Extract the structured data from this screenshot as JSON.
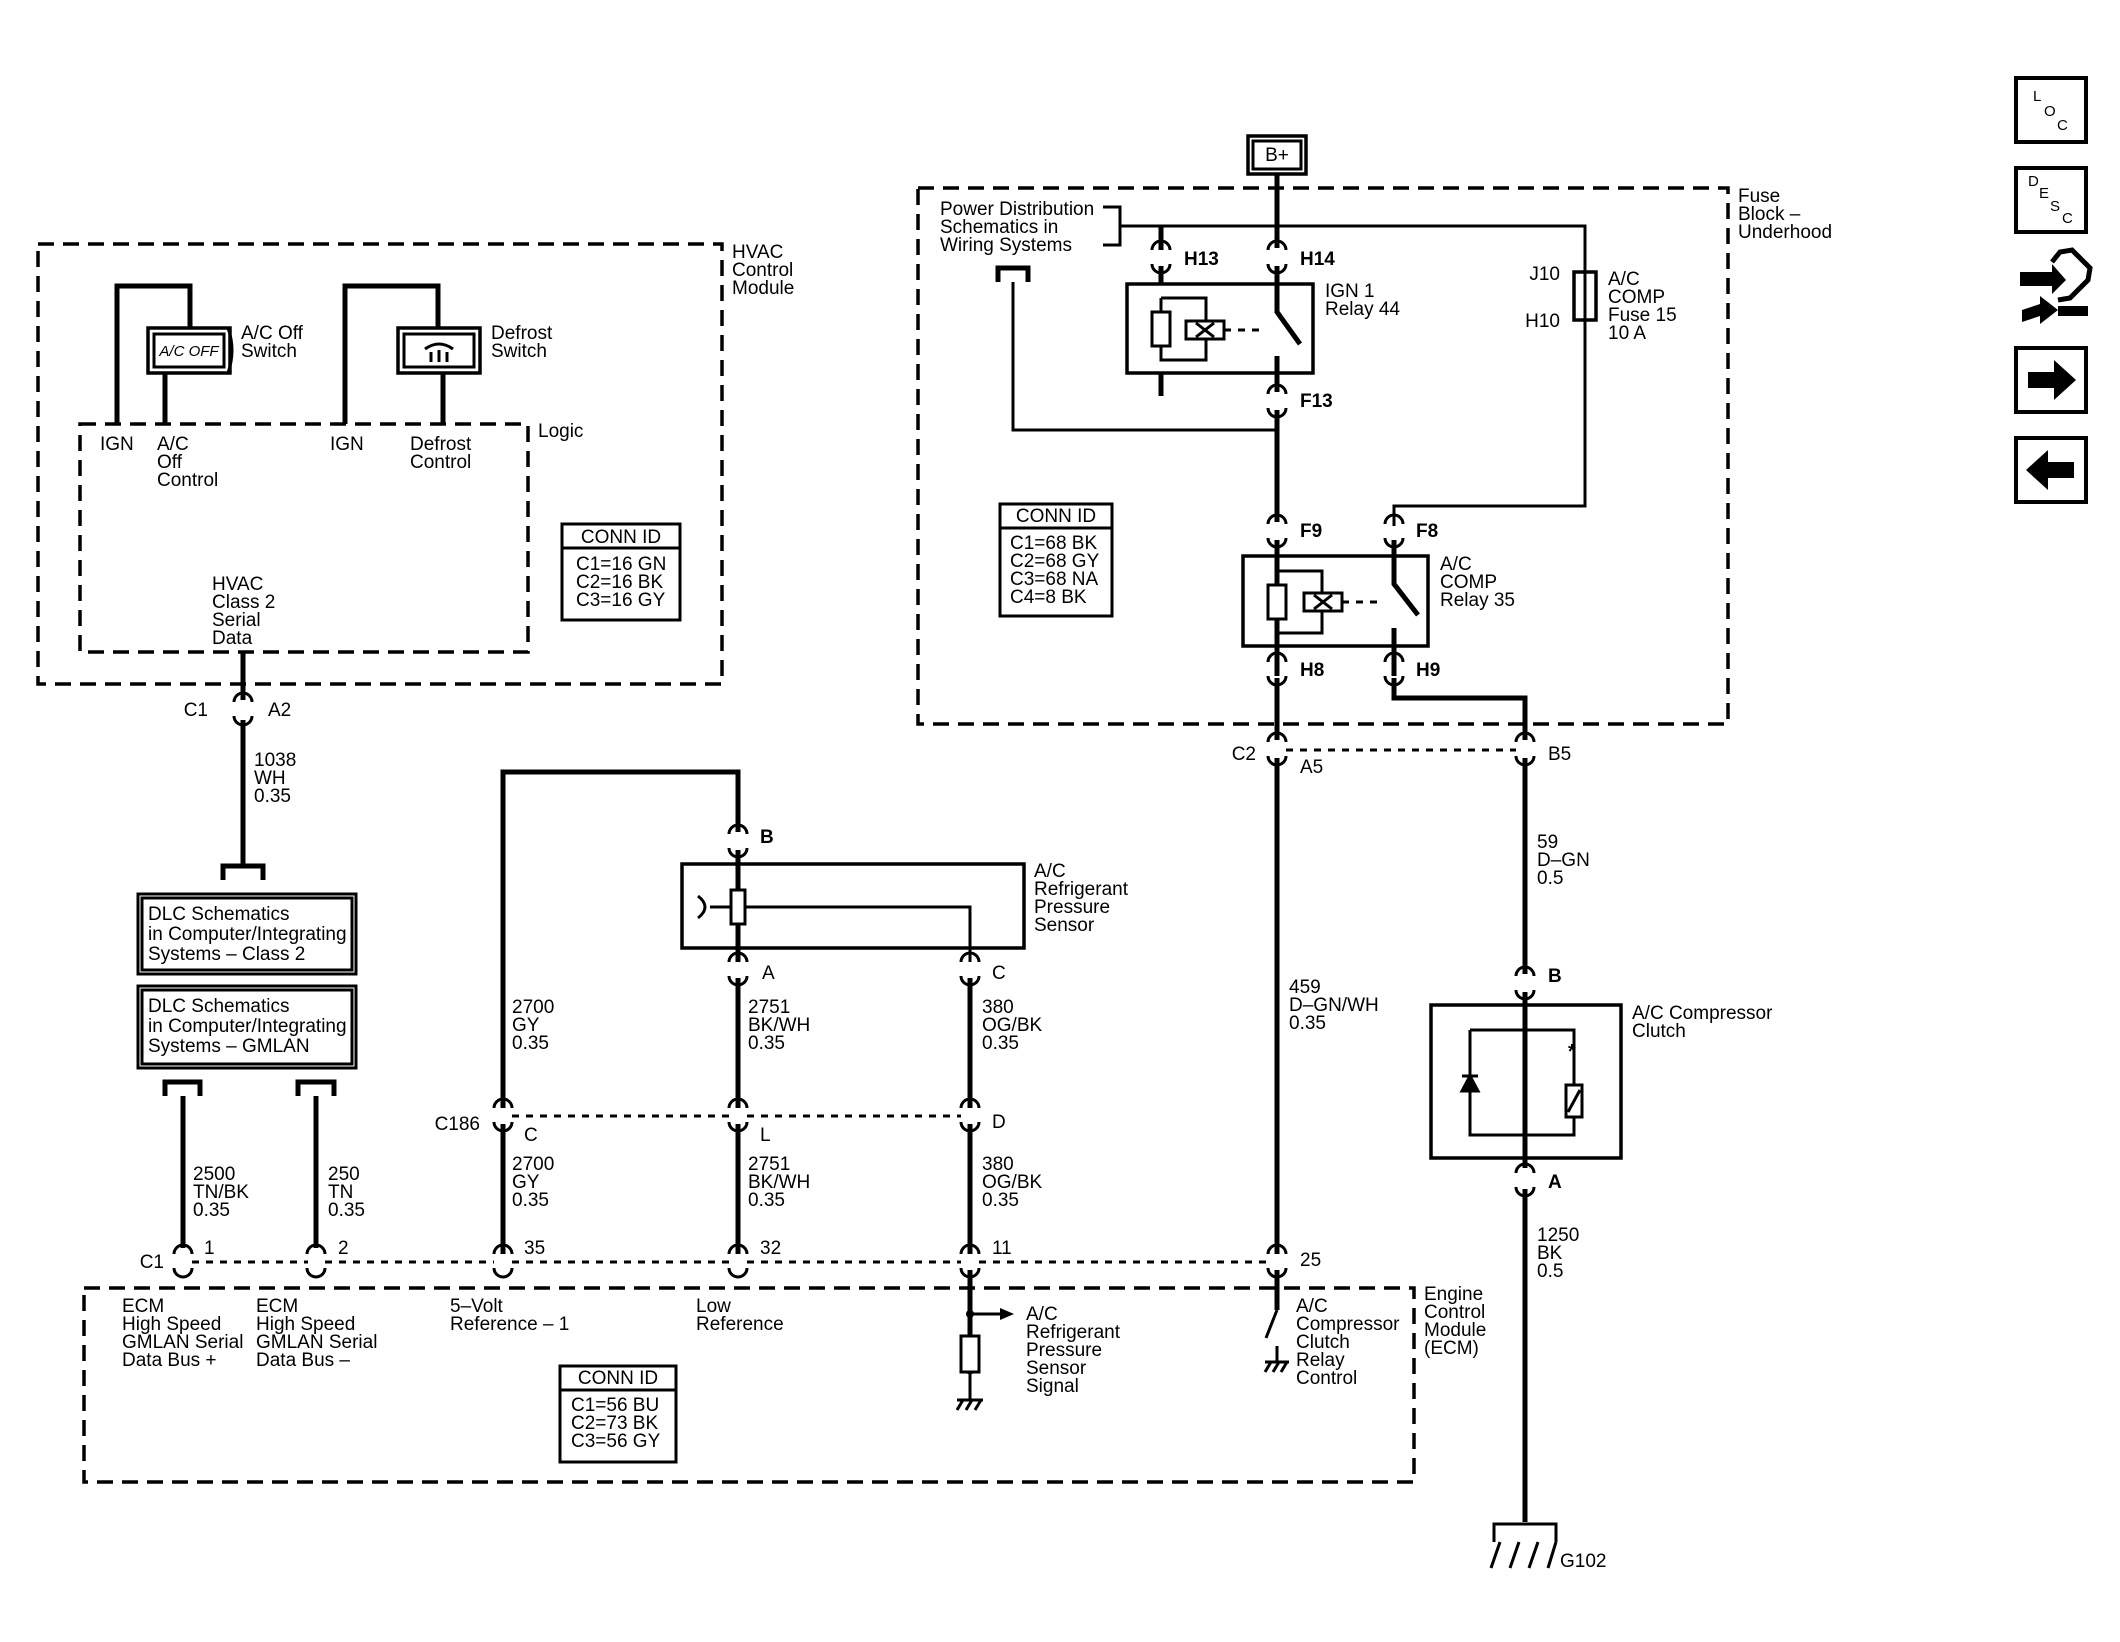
{
  "modules": {
    "hvac": {
      "title": [
        "HVAC",
        "Control",
        "Module"
      ],
      "logic": "Logic",
      "ac_off_switch": [
        "A/C Off",
        "Switch"
      ],
      "ac_off_glyph": "A/C OFF",
      "defrost_switch": [
        "Defrost",
        "Switch"
      ],
      "ign1": "IGN",
      "ac_off_control": [
        "A/C",
        "Off",
        "Control"
      ],
      "ign2": "IGN",
      "defrost_control": [
        "Defrost",
        "Control"
      ],
      "serial_data": [
        "HVAC",
        "Class 2",
        "Serial",
        "Data"
      ]
    },
    "fuse_block": {
      "title": [
        "Fuse",
        "Block –",
        "Underhood"
      ],
      "power_dist": [
        "Power Distribution",
        "Schematics in",
        "Wiring Systems"
      ],
      "ign_relay": [
        "IGN 1",
        "Relay 44"
      ],
      "ac_fuse": [
        "A/C",
        "COMP",
        "Fuse 15",
        "10 A"
      ],
      "ac_relay": [
        "A/C",
        "COMP",
        "Relay 35"
      ]
    },
    "ecm": {
      "title": [
        "Engine",
        "Control",
        "Module",
        "(ECM)"
      ],
      "gmlan_plus": [
        "ECM",
        "High Speed",
        "GMLAN Serial",
        "Data Bus +"
      ],
      "gmlan_minus": [
        "ECM",
        "High Speed",
        "GMLAN Serial",
        "Data Bus –"
      ],
      "ref5v": [
        "5–Volt",
        "Reference – 1"
      ],
      "low_ref": [
        "Low",
        "Reference"
      ],
      "sensor_signal": [
        "A/C",
        "Refrigerant",
        "Pressure",
        "Sensor",
        "Signal"
      ],
      "clutch_relay": [
        "A/C",
        "Compressor",
        "Clutch",
        "Relay",
        "Control"
      ]
    }
  },
  "power": "B+",
  "conn_ids": {
    "hvac": {
      "header": "CONN ID",
      "rows": [
        "C1=16 GN",
        "C2=16 BK",
        "C3=16 GY"
      ]
    },
    "fuse": {
      "header": "CONN ID",
      "rows": [
        "C1=68 BK",
        "C2=68 GY",
        "C3=68 NA",
        "C4=8 BK"
      ]
    },
    "ecm": {
      "header": "CONN ID",
      "rows": [
        "C1=56 BU",
        "C2=73 BK",
        "C3=56 GY"
      ]
    }
  },
  "dlc": {
    "class2": [
      "DLC Schematics",
      "in Computer/Integrating",
      "Systems – Class 2"
    ],
    "gmlan": [
      "DLC Schematics",
      "in Computer/Integrating",
      "Systems – GMLAN"
    ]
  },
  "sensor": [
    "A/C",
    "Refrigerant",
    "Pressure",
    "Sensor"
  ],
  "clutch": [
    "A/C Compressor",
    "Clutch"
  ],
  "ground": "G102",
  "pins": {
    "h13": "H13",
    "h14": "H14",
    "f13": "F13",
    "j10": "J10",
    "h10": "H10",
    "f9": "F9",
    "f8": "F8",
    "h8": "H8",
    "h9": "H9",
    "c2": "C2",
    "a5": "A5",
    "b5": "B5",
    "c1_hvac": "C1",
    "a2": "A2",
    "sens_b": "B",
    "sens_a": "A",
    "sens_c": "C",
    "c186": "C186",
    "c186_c": "C",
    "c186_l": "L",
    "c186_d": "D",
    "clutch_b": "B",
    "clutch_a": "A",
    "ecm_c1": "C1",
    "p1": "1",
    "p2": "2",
    "p35": "35",
    "p32": "32",
    "p11": "11",
    "p25": "25"
  },
  "wires": {
    "w1038": [
      "1038",
      "WH",
      "0.35"
    ],
    "w59": [
      "59",
      "D–GN",
      "0.5"
    ],
    "w459": [
      "459",
      "D–GN/WH",
      "0.35"
    ],
    "w1250": [
      "1250",
      "BK",
      "0.5"
    ],
    "w2700a": [
      "2700",
      "GY",
      "0.35"
    ],
    "w2751a": [
      "2751",
      "BK/WH",
      "0.35"
    ],
    "w380a": [
      "380",
      "OG/BK",
      "0.35"
    ],
    "w2700b": [
      "2700",
      "GY",
      "0.35"
    ],
    "w2751b": [
      "2751",
      "BK/WH",
      "0.35"
    ],
    "w380b": [
      "380",
      "OG/BK",
      "0.35"
    ],
    "w2500": [
      "2500",
      "TN/BK",
      "0.35"
    ],
    "w250": [
      "250",
      "TN",
      "0.35"
    ]
  },
  "nav": {
    "loc": [
      "L",
      "O",
      "C"
    ],
    "desc": [
      "D",
      "E",
      "S",
      "C"
    ]
  }
}
